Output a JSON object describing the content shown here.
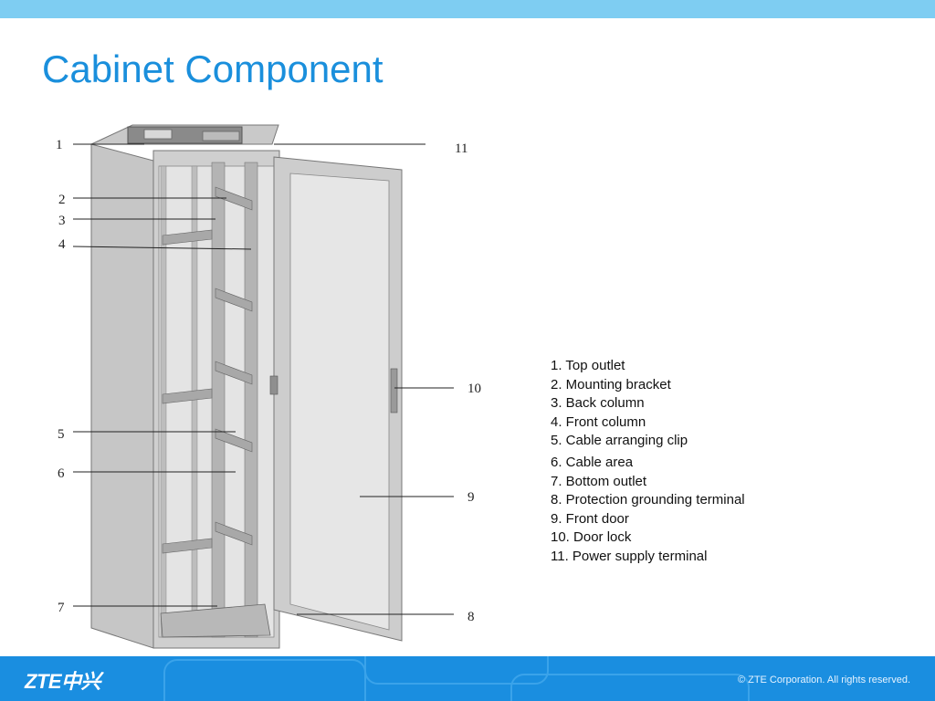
{
  "title": "Cabinet Component",
  "callouts": [
    "1",
    "2",
    "3",
    "4",
    "5",
    "6",
    "7",
    "8",
    "9",
    "10",
    "11"
  ],
  "legend": [
    "1. Top outlet",
    "2. Mounting bracket",
    "3. Back column",
    "4. Front column",
    "5. Cable arranging clip",
    "6. Cable area",
    "7. Bottom outlet",
    "8. Protection grounding terminal",
    "9. Front door",
    "10. Door lock",
    "11. Power supply terminal"
  ],
  "footer": {
    "logo": "ZTE中兴",
    "copyright": "© ZTE Corporation. All rights reserved."
  },
  "colors": {
    "accent": "#1a8fdc",
    "footer": "#1a8ee0",
    "top_bar": "#7ecdf2"
  }
}
